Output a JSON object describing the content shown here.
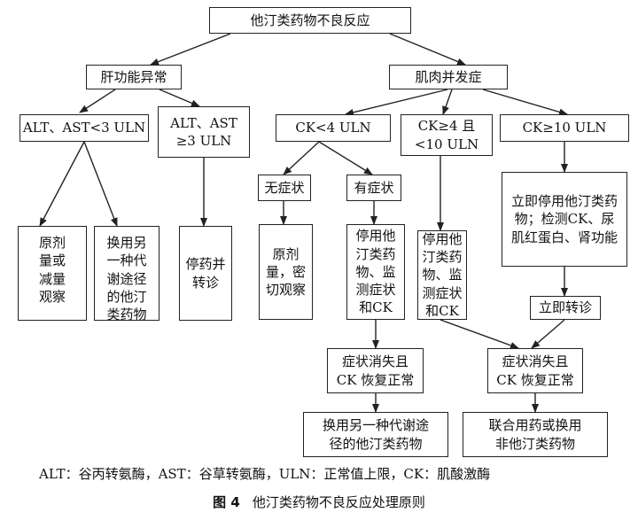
{
  "root": "他汀类药物不良反应",
  "liver": {
    "title": "肝功能异常",
    "alt_low": "ALT、AST<3 ULN",
    "alt_high": "ALT、AST\n≥3 ULN",
    "original_dose": "原剂\n量或\n减量\n观察",
    "switch_statin": "换用另\n一种代\n谢途径\n的他汀\n类药物",
    "stop_refer": "停药并\n转诊"
  },
  "muscle": {
    "title": "肌肉并发症",
    "ck_low": "CK<4 ULN",
    "ck_mid": "CK≥4 且\n<10 ULN",
    "ck_high": "CK≥10 ULN",
    "asymptomatic": "无症状",
    "symptomatic": "有症状",
    "original_dose_close": "原剂\n量，密\n切观察",
    "stop_monitor_1": "停用他\n汀类药\n物、监\n测症状\n和CK",
    "stop_monitor_2": "停用他\n汀类药\n物、监\n测症状\n和CK",
    "stop_immediately": "立即停用他汀类药\n物；检测CK、尿\n肌红蛋白、肾功能",
    "refer_immediately": "立即转诊",
    "resolved_1": "症状消失且\nCK 恢复正常",
    "resolved_2": "症状消失且\nCK 恢复正常",
    "switch_statin": "换用另一种代谢途\n径的他汀类药物",
    "combine_switch": "联合用药或换用\n非他汀类药物"
  },
  "footnote": "ALT：谷丙转氨酶，AST：谷草转氨酶，ULN：正常值上限，CK：肌酸激酶",
  "caption": {
    "label": "图 4",
    "title": "他汀类药物不良反应处理原则"
  }
}
